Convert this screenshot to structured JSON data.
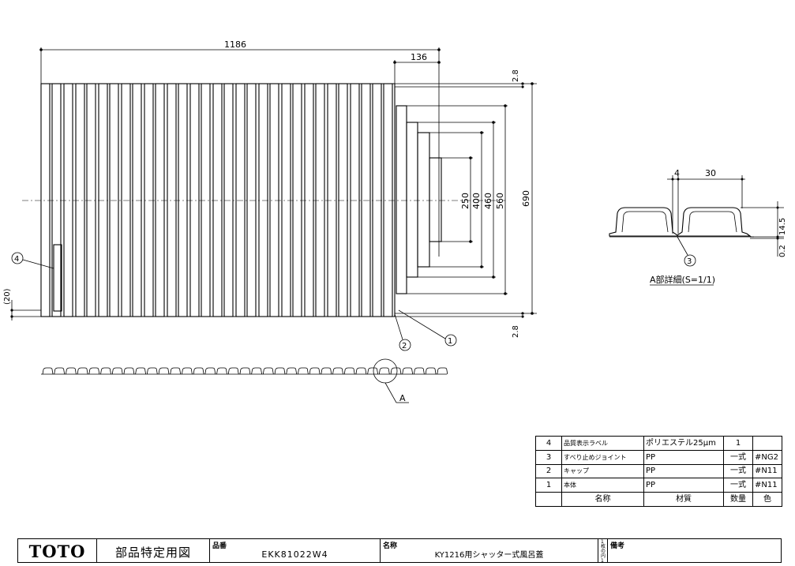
{
  "drawing": {
    "dims": {
      "overall_width": "1186",
      "cap_width": "136",
      "top_gap": "2.8",
      "bottom_gap": "2.8",
      "height_total": "690",
      "h_560": "560",
      "h_460": "460",
      "h_400": "400",
      "h_250": "250",
      "offset_20": "(20)",
      "detail_4": "4",
      "detail_30": "30",
      "detail_14_5": "14.5",
      "detail_0_2": "0.2"
    },
    "balloons": {
      "b1": "1",
      "b2": "2",
      "b3": "3",
      "b4": "4"
    },
    "section_marker": "A",
    "detail_caption": "A部詳細(S=1/1)"
  },
  "parts": {
    "rows": [
      {
        "no": "4",
        "name": "品質表示ラベル",
        "material": "ポリエステル25μm",
        "qty": "1",
        "color": ""
      },
      {
        "no": "3",
        "name": "すべり止めジョイント",
        "material": "PP",
        "qty": "一式",
        "color": "#NG2"
      },
      {
        "no": "2",
        "name": "キャップ",
        "material": "PP",
        "qty": "一式",
        "color": "#N11"
      },
      {
        "no": "1",
        "name": "本体",
        "material": "PP",
        "qty": "一式",
        "color": "#N11"
      }
    ],
    "header": {
      "name": "名称",
      "material": "材質",
      "qty": "数量",
      "color": "色"
    }
  },
  "titleblock": {
    "logo": "TOTO",
    "title": "部品特定用図",
    "part_no_label": "品番",
    "part_no": "EKK81022W4",
    "name_label": "名称",
    "name": "KY1216用シャッター式風呂蓋",
    "scale_vertical": "1枚の内1",
    "remarks_label": "備考"
  }
}
